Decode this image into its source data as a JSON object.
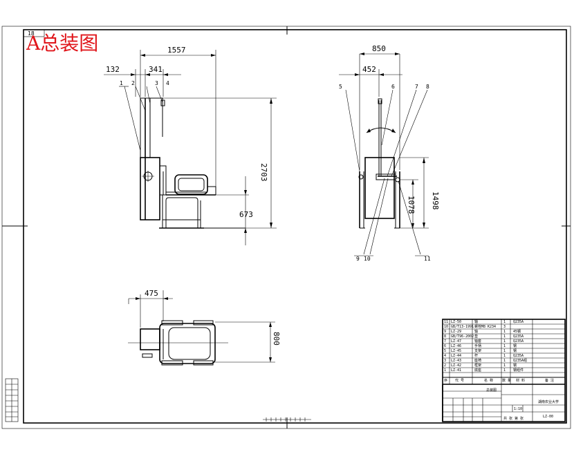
{
  "drawing": {
    "title": "A总装图",
    "corner_tag": "18",
    "dimensions": {
      "side_width": "1557",
      "side_offset": "132",
      "side_inner": "341",
      "side_height": "2703",
      "seat_height": "673",
      "front_width": "850",
      "front_inner": "452",
      "front_height": "1498",
      "front_mid": "1078",
      "plan_width": "475",
      "plan_depth": "800"
    },
    "part_labels": [
      "1",
      "2",
      "3",
      "4",
      "5",
      "6",
      "7",
      "8",
      "9",
      "10",
      "11"
    ]
  },
  "title_block": {
    "bom_rows": [
      {
        "no": "11",
        "code": "LZ-50",
        "name": "轴",
        "qty": "1",
        "material": "Q235A"
      },
      {
        "no": "10",
        "code": "GB/T13-1991",
        "name": "螺栓M8 K234",
        "qty": "3",
        "material": ""
      },
      {
        "no": "9",
        "code": "LZ-29",
        "name": "轴",
        "qty": "1",
        "material": "45钢"
      },
      {
        "no": "8",
        "code": "GB/T96-2002",
        "name": "垫",
        "qty": "1",
        "material": "Q235A"
      },
      {
        "no": "7",
        "code": "LZ-47",
        "name": "轴套",
        "qty": "1",
        "material": "Q235A"
      },
      {
        "no": "6",
        "code": "LZ-46",
        "name": "手柄",
        "qty": "1",
        "material": "钢"
      },
      {
        "no": "5",
        "code": "LZ-45",
        "name": "支架",
        "qty": "1",
        "material": "钢"
      },
      {
        "no": "4",
        "code": "LZ-44",
        "name": "杆",
        "qty": "1",
        "material": "Q235A"
      },
      {
        "no": "3",
        "code": "LZ-43",
        "name": "座椅",
        "qty": "1",
        "material": "Q235A组"
      },
      {
        "no": "2",
        "code": "LZ-42",
        "name": "框架",
        "qty": "1",
        "material": "钢"
      },
      {
        "no": "1",
        "code": "LZ-41",
        "name": "底座",
        "qty": "1",
        "material": "钢组件"
      }
    ],
    "header": {
      "no": "序",
      "code": "代 号",
      "name": "名 称",
      "qty": "数 量",
      "material": "材 料",
      "remark": "备 注"
    },
    "assembly_name": "总装图",
    "school": "湖南农业大学",
    "drawing_no": "LZ-00",
    "scale": "1:10",
    "sheet": "共 张 第 张"
  }
}
